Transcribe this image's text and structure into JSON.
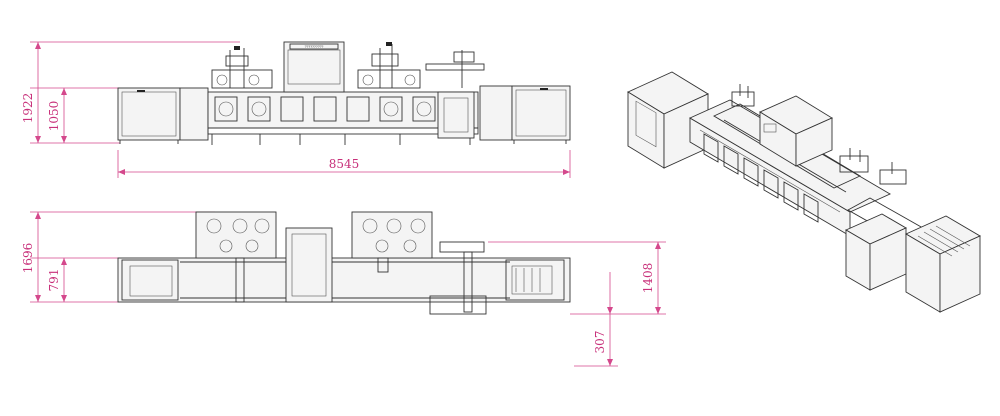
{
  "colors": {
    "dimension": "#d4488c",
    "line": "#333333",
    "background": "#ffffff"
  },
  "front_view": {
    "dim_total_height": "1922",
    "dim_table_height": "1050",
    "dim_total_length": "8545",
    "panel_label": "??????????"
  },
  "top_view": {
    "dim_total_depth": "1696",
    "dim_table_depth": "791",
    "dim_right_depth": "1408",
    "dim_offset": "307"
  },
  "iso_view": {}
}
